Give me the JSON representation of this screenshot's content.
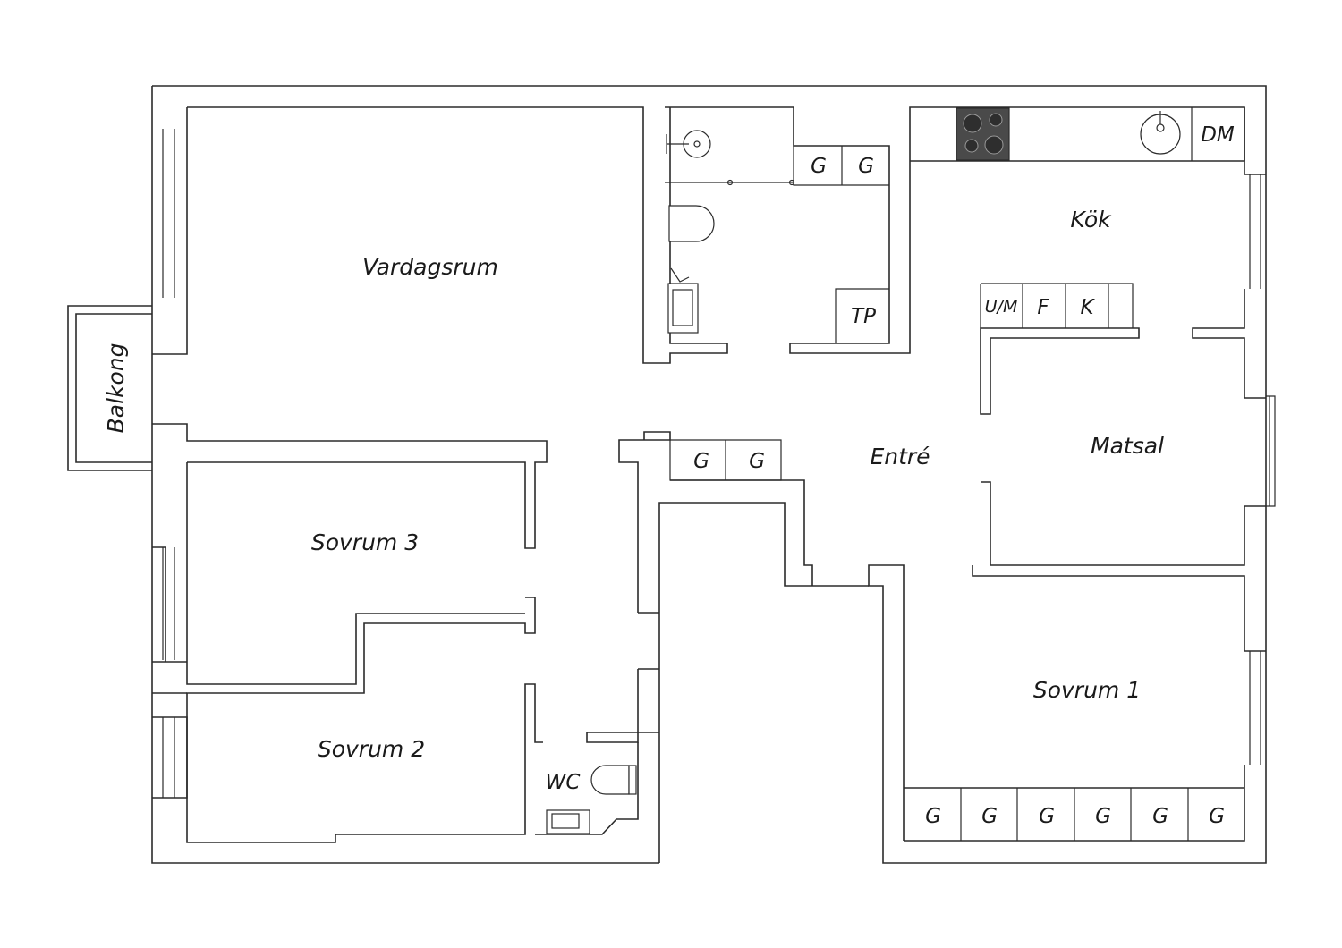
{
  "rooms": {
    "vardagsrum": "Vardagsrum",
    "kok": "Kök",
    "matsal": "Matsal",
    "entre": "Entré",
    "sovrum1": "Sovrum 1",
    "sovrum2": "Sovrum 2",
    "sovrum3": "Sovrum 3",
    "balkong": "Balkong",
    "wc": "WC"
  },
  "fixtures": {
    "wardrobe": "G",
    "tp": "TP",
    "dm": "DM",
    "um": "U/M",
    "fridge": "F",
    "freezer": "K"
  },
  "colors": {
    "wall": "#2b2b2b",
    "stove": "#4a4a4a",
    "background": "#ffffff"
  }
}
